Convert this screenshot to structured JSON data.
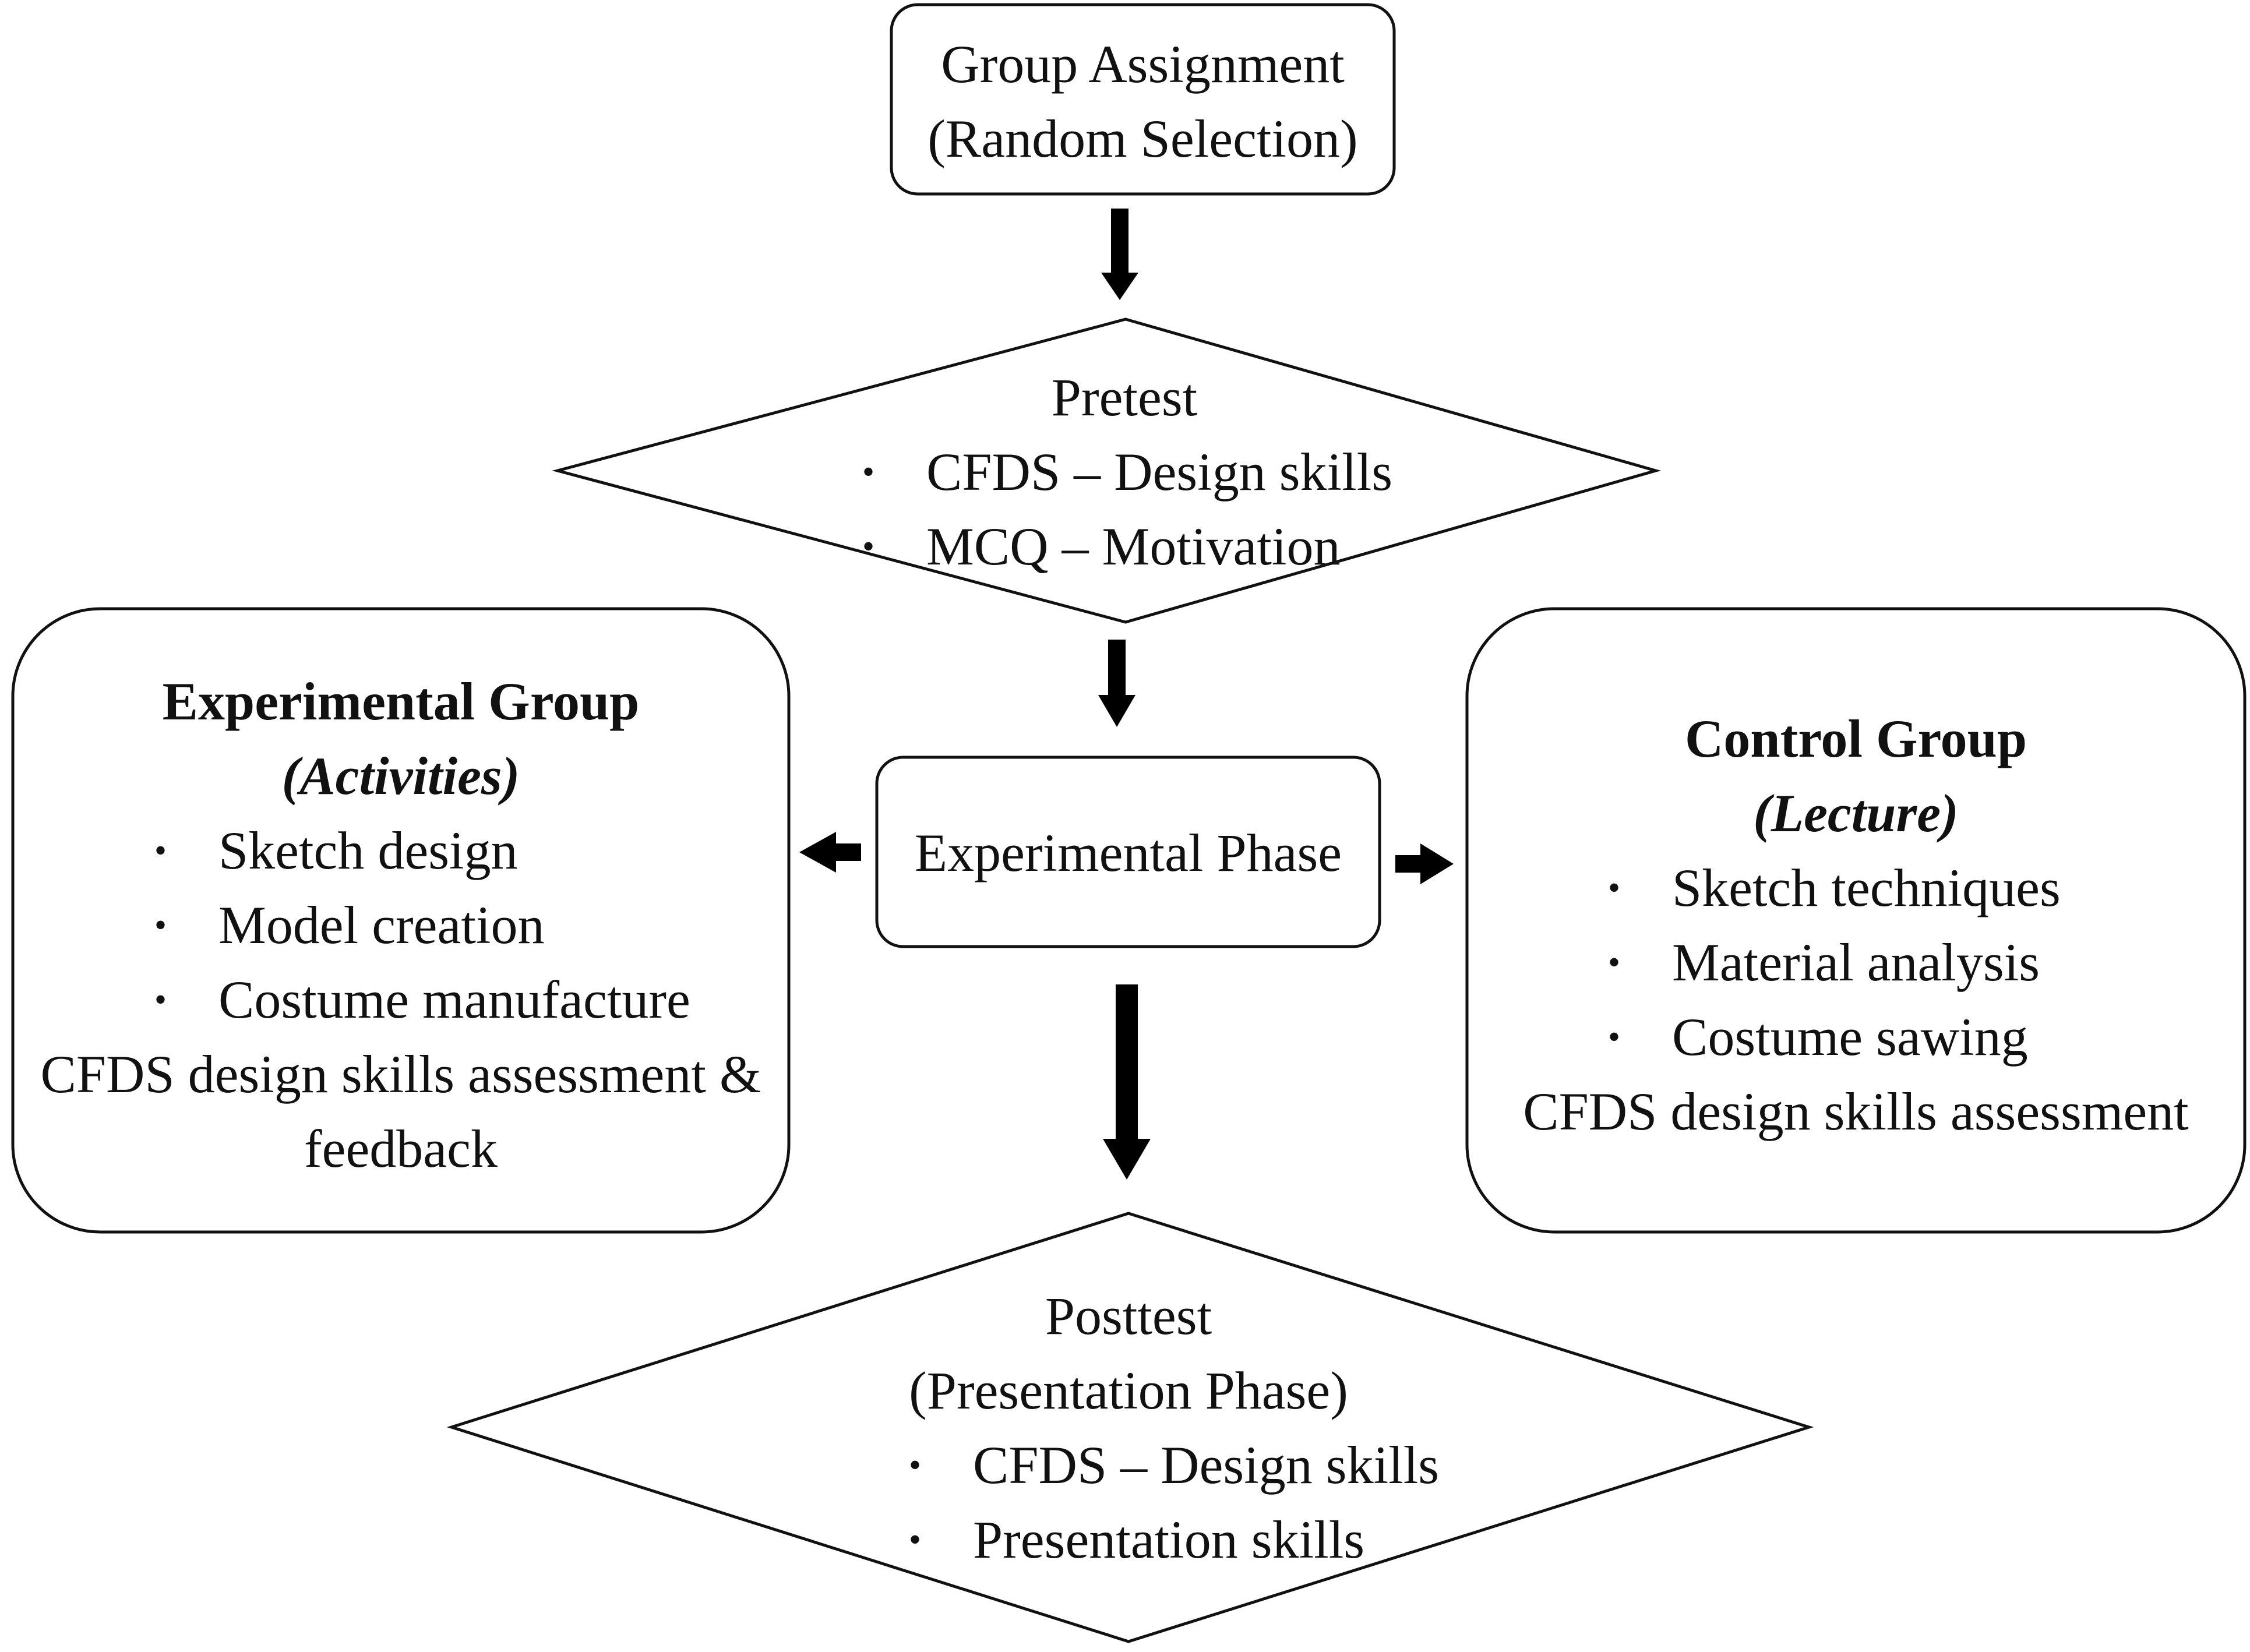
{
  "flow": {
    "assignment": {
      "line1": "Group Assignment",
      "line2": "(Random Selection)"
    },
    "pretest": {
      "title": "Pretest",
      "items": [
        "CFDS – Design skills",
        "MCQ – Motivation"
      ]
    },
    "phase": {
      "label": "Experimental Phase"
    },
    "experimental": {
      "title": "Experimental Group",
      "subtitle": "(Activities)",
      "items": [
        "Sketch design",
        "Model creation",
        "Costume manufacture"
      ],
      "footer_line1": "CFDS design skills assessment &",
      "footer_line2": "feedback"
    },
    "control": {
      "title": "Control Group",
      "subtitle": "(Lecture)",
      "items": [
        "Sketch techniques",
        "Material analysis",
        "Costume sawing"
      ],
      "footer": "CFDS design skills assessment"
    },
    "posttest": {
      "title": "Posttest",
      "subtitle": "(Presentation Phase)",
      "items": [
        "CFDS – Design skills",
        "Presentation skills"
      ]
    }
  },
  "colors": {
    "stroke": "#111111",
    "fill": "#ffffff",
    "arrow": "#000000"
  }
}
